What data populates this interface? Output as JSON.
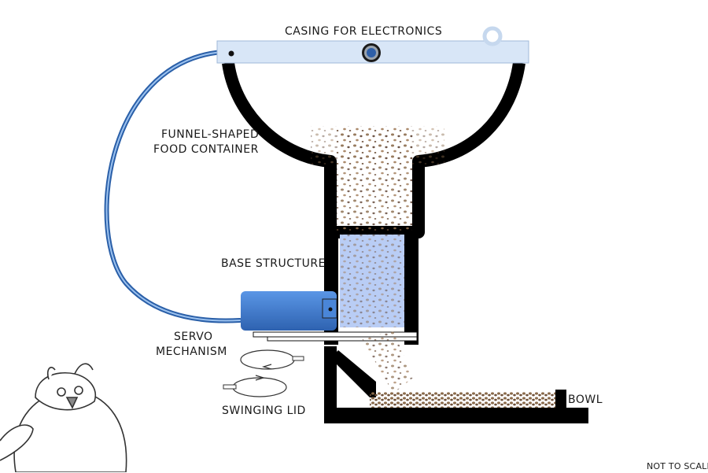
{
  "labels": {
    "casing": "CASING FOR ELECTRONICS",
    "funnel_line1": "FUNNEL-SHAPED",
    "funnel_line2": "FOOD CONTAINER",
    "base": "BASE STRUCTURE",
    "servo_line1": "SERVO",
    "servo_line2": "MECHANISM",
    "lid": "SWINGING LID",
    "bowl": "BOWL",
    "scale_note": "NOT TO SCALE"
  },
  "colors": {
    "casing_fill": "#d8e6f7",
    "cable": "#3a78c8",
    "servo": "#4a86d8",
    "base_window": "#b9cdf5",
    "structure": "#000000",
    "food": "#8a6a4a"
  },
  "icons": {
    "button": "round-button-icon",
    "hook": "hanging-hook-icon",
    "mascot": "owl-mascot-icon"
  }
}
